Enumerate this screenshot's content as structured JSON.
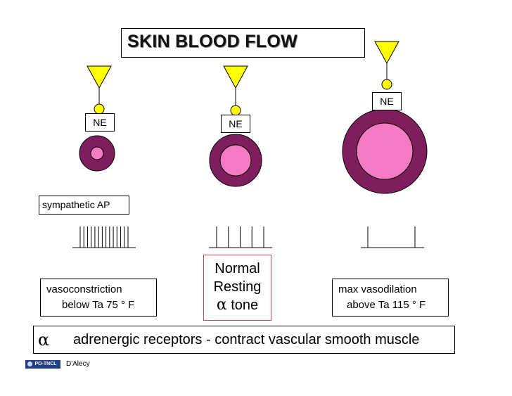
{
  "title": "SKIN BLOOD FLOW",
  "neurotransmitter_label": "NE",
  "sympathetic_label": "sympathetic AP",
  "left_state": {
    "line1": "vasoconstriction",
    "line2": "below Ta 75 ° F"
  },
  "middle_state": {
    "line1": "Normal",
    "line2": "Resting",
    "line3_symbol": "α",
    "line3": "tone"
  },
  "right_state": {
    "line1": "max vasodilation",
    "line2": "above Ta 115 ° F"
  },
  "footer": {
    "symbol": "α",
    "text": "adrenergic receptors - contract vascular smooth muscle"
  },
  "credit": "D'Alecy",
  "logo_text": "PO-TNCL",
  "colors": {
    "vessel_wall": "#7f1e5c",
    "lumen": "#f47ac4",
    "nerve_terminal": "#ffff00",
    "outline": "#000000",
    "accent_box_border": "#c0504d"
  },
  "spike_counts": {
    "vasoconstriction": 14,
    "resting": 5,
    "vasodilation": 2
  }
}
